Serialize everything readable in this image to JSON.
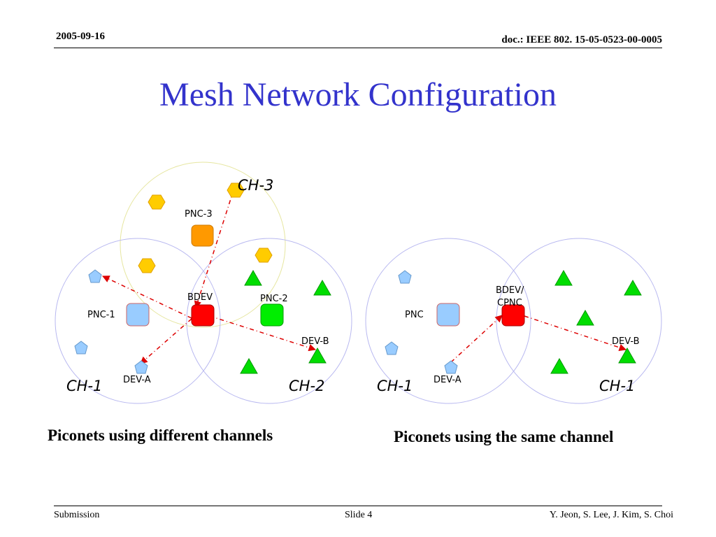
{
  "header": {
    "date": "2005-09-16",
    "doc": "doc.: IEEE 802. 15-05-0523-00-0005"
  },
  "title": "Mesh Network Configuration",
  "left_diagram": {
    "channels": {
      "ch3": "CH-3",
      "ch1": "CH-1",
      "ch2": "CH-2"
    },
    "labels": {
      "pnc3": "PNC-3",
      "pnc1": "PNC-1",
      "bdev": "BDEV",
      "pnc2": "PNC-2",
      "dev_a": "DEV-A",
      "dev_b": "DEV-B"
    },
    "caption": "Piconets using different channels"
  },
  "right_diagram": {
    "channels": {
      "left": "CH-1",
      "right": "CH-1"
    },
    "labels": {
      "pnc": "PNC",
      "bdev_line1": "BDEV/",
      "bdev_line2": "CPNC",
      "dev_a": "DEV-A",
      "dev_b": "DEV-B"
    },
    "caption": "Piconets using the same channel"
  },
  "colors": {
    "title": "#3333cc",
    "pnc_blue": "#99ccff",
    "bdev_red": "#ff0000",
    "pnc2_green": "#00ee00",
    "pnc3_orange": "#ff9900",
    "device_yellow": "#ffcc00",
    "device_blue": "#99ccff",
    "device_green": "#00dd00",
    "link": "#dd0000"
  },
  "footer": {
    "left": "Submission",
    "center": "Slide 4",
    "right": "Y. Jeon, S. Lee, J. Kim, S. Choi"
  }
}
